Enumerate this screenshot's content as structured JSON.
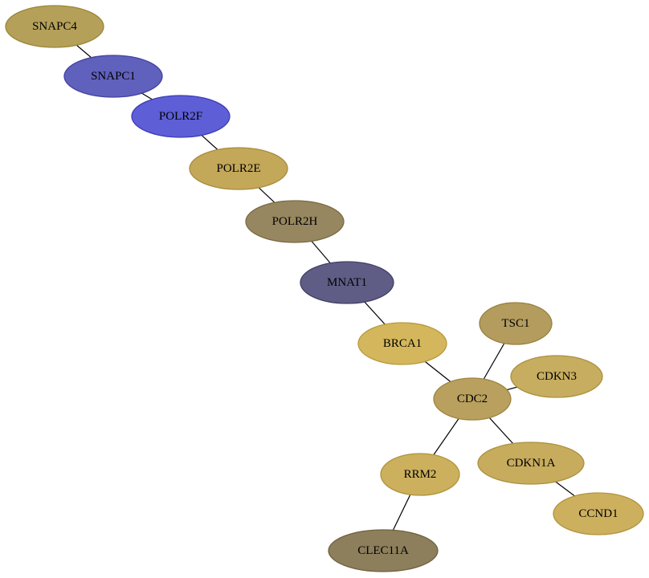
{
  "network": {
    "nodes": [
      {
        "id": "SNAPC4",
        "label": "SNAPC4",
        "fill": "#b5a05a",
        "stroke": "#9a8638"
      },
      {
        "id": "SNAPC1",
        "label": "SNAPC1",
        "fill": "#6060bd",
        "stroke": "#4242a0"
      },
      {
        "id": "POLR2F",
        "label": "POLR2F",
        "fill": "#5e5ed6",
        "stroke": "#3c3cb8"
      },
      {
        "id": "POLR2E",
        "label": "POLR2E",
        "fill": "#c3a85a",
        "stroke": "#a78c3a"
      },
      {
        "id": "POLR2H",
        "label": "POLR2H",
        "fill": "#978760",
        "stroke": "#7a6b42"
      },
      {
        "id": "MNAT1",
        "label": "MNAT1",
        "fill": "#5f5d85",
        "stroke": "#414067"
      },
      {
        "id": "BRCA1",
        "label": "BRCA1",
        "fill": "#d4b75c",
        "stroke": "#b89a3c"
      },
      {
        "id": "TSC1",
        "label": "TSC1",
        "fill": "#b49c5e",
        "stroke": "#98803e"
      },
      {
        "id": "CDKN3",
        "label": "CDKN3",
        "fill": "#c7ad5f",
        "stroke": "#ab913f"
      },
      {
        "id": "CDC2",
        "label": "CDC2",
        "fill": "#baa05e",
        "stroke": "#9e843e"
      },
      {
        "id": "CDKN1A",
        "label": "CDKN1A",
        "fill": "#c7ac5e",
        "stroke": "#ab903e"
      },
      {
        "id": "RRM2",
        "label": "RRM2",
        "fill": "#ccb05d",
        "stroke": "#b0943d"
      },
      {
        "id": "CCND1",
        "label": "CCND1",
        "fill": "#cdb05d",
        "stroke": "#b1943d"
      },
      {
        "id": "CLEC11A",
        "label": "CLEC11A",
        "fill": "#8d7e5c",
        "stroke": "#70623e"
      }
    ],
    "edges": [
      [
        "SNAPC4",
        "SNAPC1"
      ],
      [
        "SNAPC1",
        "POLR2F"
      ],
      [
        "POLR2F",
        "POLR2E"
      ],
      [
        "POLR2E",
        "POLR2H"
      ],
      [
        "POLR2H",
        "MNAT1"
      ],
      [
        "MNAT1",
        "BRCA1"
      ],
      [
        "BRCA1",
        "CDC2"
      ],
      [
        "TSC1",
        "CDC2"
      ],
      [
        "CDKN3",
        "CDC2"
      ],
      [
        "CDC2",
        "CDKN1A"
      ],
      [
        "CDC2",
        "RRM2"
      ],
      [
        "CDKN1A",
        "CCND1"
      ],
      [
        "RRM2",
        "CLEC11A"
      ]
    ]
  }
}
